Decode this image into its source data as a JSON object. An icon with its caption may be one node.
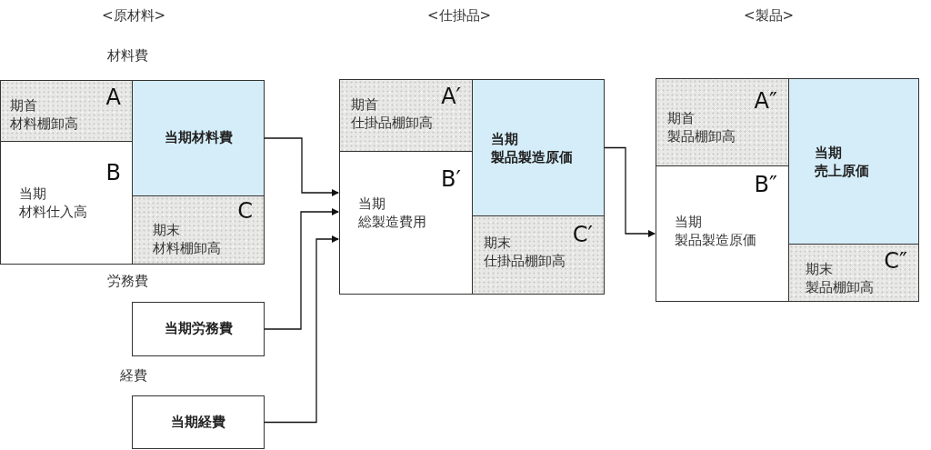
{
  "diagram": {
    "nodes": [
      {
        "text": [
          "A",
          "期首",
          "材料棚卸高"
        ]
      },
      {
        "text": [
          "B",
          "当期",
          "材料仕入高"
        ]
      },
      {
        "text": [
          "当期材料費"
        ]
      },
      {
        "text": [
          "C",
          "期末",
          "材料棚卸高"
        ]
      },
      {
        "text": [
          "当期労務費"
        ]
      },
      {
        "text": [
          "当期経費"
        ]
      },
      {
        "text": [
          "A′",
          "期首",
          "仕掛品棚卸高"
        ]
      },
      {
        "text": [
          "B′",
          "当期",
          "総製造費用"
        ]
      },
      {
        "text": [
          "当期",
          "製品製造原価"
        ]
      },
      {
        "text": [
          "C′",
          "期末",
          "仕掛品棚卸高"
        ]
      },
      {
        "text": [
          "A″",
          "期首",
          "製品棚卸高"
        ]
      },
      {
        "text": [
          "B″",
          "当期",
          "製品製造原価"
        ]
      },
      {
        "text": [
          "当期",
          "売上原価"
        ]
      },
      {
        "text": [
          "C″",
          "期末",
          "製品棚卸高"
        ]
      }
    ],
    "edges": [
      {
        "from": 2,
        "to": 7,
        "arrow": "to"
      },
      {
        "from": 4,
        "to": 7,
        "arrow": "to"
      },
      {
        "from": 5,
        "to": 7,
        "arrow": "to"
      },
      {
        "from": 8,
        "to": 11,
        "arrow": "to"
      }
    ],
    "labels": [
      "<原材料>",
      "<仕掛品>",
      "<製品>",
      "材料費",
      "労務費",
      "経費"
    ]
  }
}
